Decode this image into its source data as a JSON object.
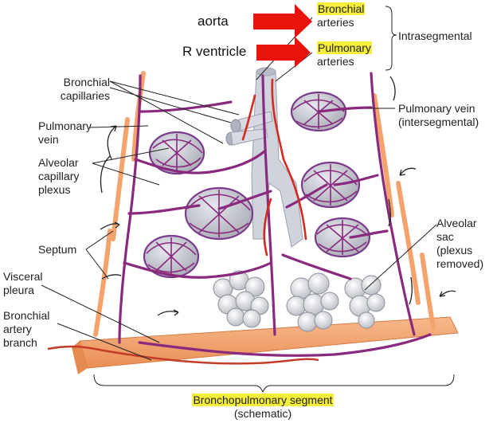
{
  "added": {
    "aorta": "aorta",
    "r_ventricle": "R ventricle"
  },
  "top_labels": {
    "bronchial": "Bronchial",
    "bronchial_sub": "arteries",
    "pulmonary": "Pulmonary",
    "pulmonary_sub": "arteries",
    "intrasegmental": "Intrasegmental"
  },
  "left_labels": {
    "bronchial_capillaries_1": "Bronchial",
    "bronchial_capillaries_2": "capillaries",
    "pulmonary_vein_1": "Pulmonary",
    "pulmonary_vein_2": "vein",
    "alveolar_capillary_1": "Alveolar",
    "alveolar_capillary_2": "capillary",
    "alveolar_capillary_3": "plexus",
    "septum": "Septum",
    "visceral_pleura_1": "Visceral",
    "visceral_pleura_2": "pleura",
    "bronchial_artery_1": "Bronchial",
    "bronchial_artery_2": "artery",
    "bronchial_artery_3": "branch"
  },
  "right_labels": {
    "pulmonary_vein_1": "Pulmonary vein",
    "pulmonary_vein_2": "(intersegmental)",
    "alveolar_sac_1": "Alveolar",
    "alveolar_sac_2": "sac",
    "alveolar_sac_3": "(plexus",
    "alveolar_sac_4": "removed)"
  },
  "bottom_labels": {
    "segment": "Bronchopulmonary segment",
    "schematic": "(schematic)"
  },
  "colors": {
    "highlight": "#f5ee3a",
    "arrow_red": "#e8140c",
    "vessel_purple": "#8a2a7e",
    "artery_red": "#d42a1f",
    "pleura_orange": "#f4a36d",
    "plexus_purple": "#7b3a8c",
    "airway_gray": "#c8ccd6"
  }
}
